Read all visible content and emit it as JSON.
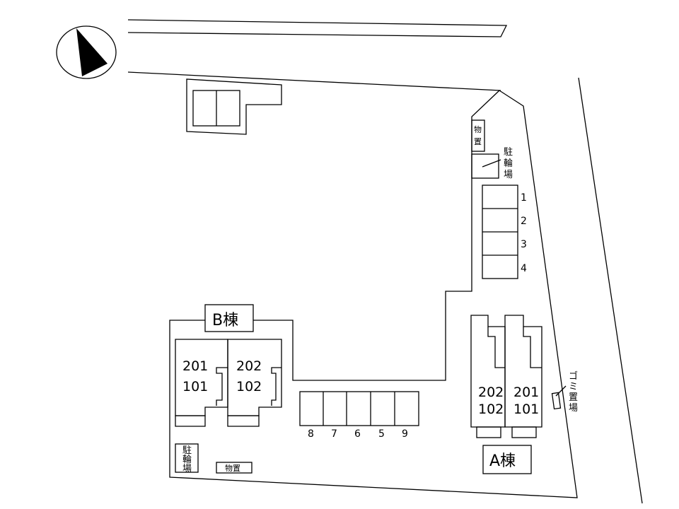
{
  "buildings": {
    "a_label": "A棟",
    "b_label": "B棟",
    "a_units": {
      "left_upper": "202",
      "left_lower": "102",
      "right_upper": "201",
      "right_lower": "101"
    },
    "b_units": {
      "left_upper": "201",
      "left_lower": "101",
      "right_upper": "202",
      "right_lower": "102"
    }
  },
  "facilities": {
    "storage_top": "物置",
    "bike_parking_top": "駐輪場",
    "bike_parking_bottom": "駐輪場",
    "storage_bottom": "物置",
    "garbage": "ゴミ置場"
  },
  "parking": {
    "east_spaces": [
      "1",
      "2",
      "3",
      "4"
    ],
    "south_spaces": [
      "8",
      "7",
      "6",
      "5",
      "9"
    ]
  },
  "compass": {
    "icon": "north-arrow-icon"
  }
}
